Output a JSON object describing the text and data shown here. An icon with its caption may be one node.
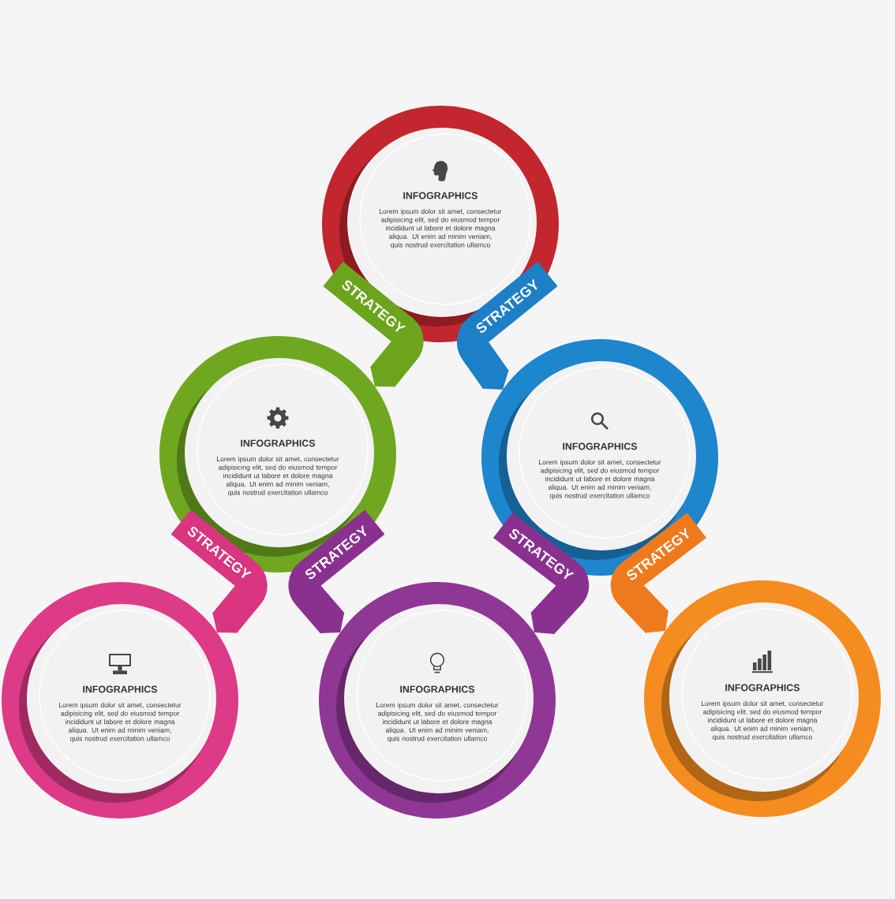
{
  "diagram": {
    "nodes": [
      {
        "text": [
          "INFOGRAPHICS",
          "Lorem ipsum dolor sit amet, consectetur adipisicing elit, sed do eiusmod tempor incididunt ut labore et dolore magna aliqua. Ut enim ad minim veniam, quis nostrud exercitation ullamco"
        ]
      },
      {
        "text": [
          "INFOGRAPHICS",
          "Lorem ipsum dolor sit amet, consectetur adipisicing elit, sed do eiusmod tempor incididunt ut labore et dolore magna aliqua. Ut enim ad minim veniam, quis nostrud exercitation ullamco"
        ]
      },
      {
        "text": [
          "INFOGRAPHICS",
          "Lorem ipsum dolor sit amet, consectetur adipisicing elit, sed do eiusmod tempor incididunt ut labore et dolore magna aliqua. Ut enim ad minim veniam, quis nostrud exercitation ullamco"
        ]
      },
      {
        "text": [
          "INFOGRAPHICS",
          "Lorem ipsum dolor sit amet, consectetur adipisicing elit, sed do eiusmod tempor incididunt ut labore et dolore magna aliqua. Ut enim ad minim veniam, quis nostrud exercitation ullamco"
        ]
      },
      {
        "text": [
          "INFOGRAPHICS",
          "Lorem ipsum dolor sit amet, consectetur adipisicing elit, sed do eiusmod tempor incididunt ut labore et dolore magna aliqua. Ut enim ad minim veniam, quis nostrud exercitation ullamco"
        ]
      },
      {
        "text": [
          "INFOGRAPHICS",
          "Lorem ipsum dolor sit amet, consectetur adipisicing elit, sed do eiusmod tempor incididunt ut labore et dolore magna aliqua. Ut enim ad minim veniam, quis nostrud exercitation ullamco"
        ]
      }
    ],
    "edges": [
      {
        "from": 0,
        "to": 1,
        "arrow": "to",
        "label": "STRATEGY",
        "color": "#6ca41e"
      },
      {
        "from": 0,
        "to": 2,
        "arrow": "to",
        "label": "STRATEGY",
        "color": "#1d7fc6"
      },
      {
        "from": 1,
        "to": 3,
        "arrow": "to",
        "label": "STRATEGY",
        "color": "#d93581"
      },
      {
        "from": 1,
        "to": 4,
        "arrow": "to",
        "label": "STRATEGY",
        "color": "#8a3190"
      },
      {
        "from": 2,
        "to": 4,
        "arrow": "to",
        "label": "STRATEGY",
        "color": "#8a3190"
      },
      {
        "from": 2,
        "to": 5,
        "arrow": "to",
        "label": "STRATEGY",
        "color": "#ef7a1d"
      }
    ]
  }
}
